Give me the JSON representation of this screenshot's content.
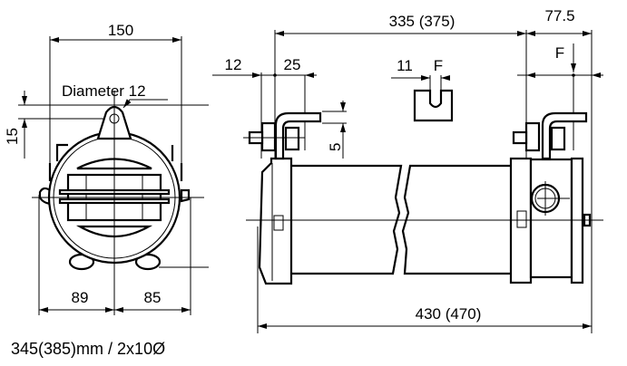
{
  "front_view": {
    "width_dim": "150",
    "hole_label": "Diameter 12",
    "lug_offset_dim": "15",
    "left_dim": "89",
    "right_dim": "85"
  },
  "side_view": {
    "center_dim": "335 (375)",
    "end_dim": "77.5",
    "bracket_dim_a": "12",
    "bracket_dim_b": "25",
    "notch_dim": "11",
    "notch_label": "F",
    "detail_label": "F",
    "height_dim": "5",
    "overall_dim": "430 (470)"
  },
  "caption": "345(385)mm / 2x10Ø",
  "colors": {
    "line": "#000000",
    "background": "#ffffff"
  }
}
